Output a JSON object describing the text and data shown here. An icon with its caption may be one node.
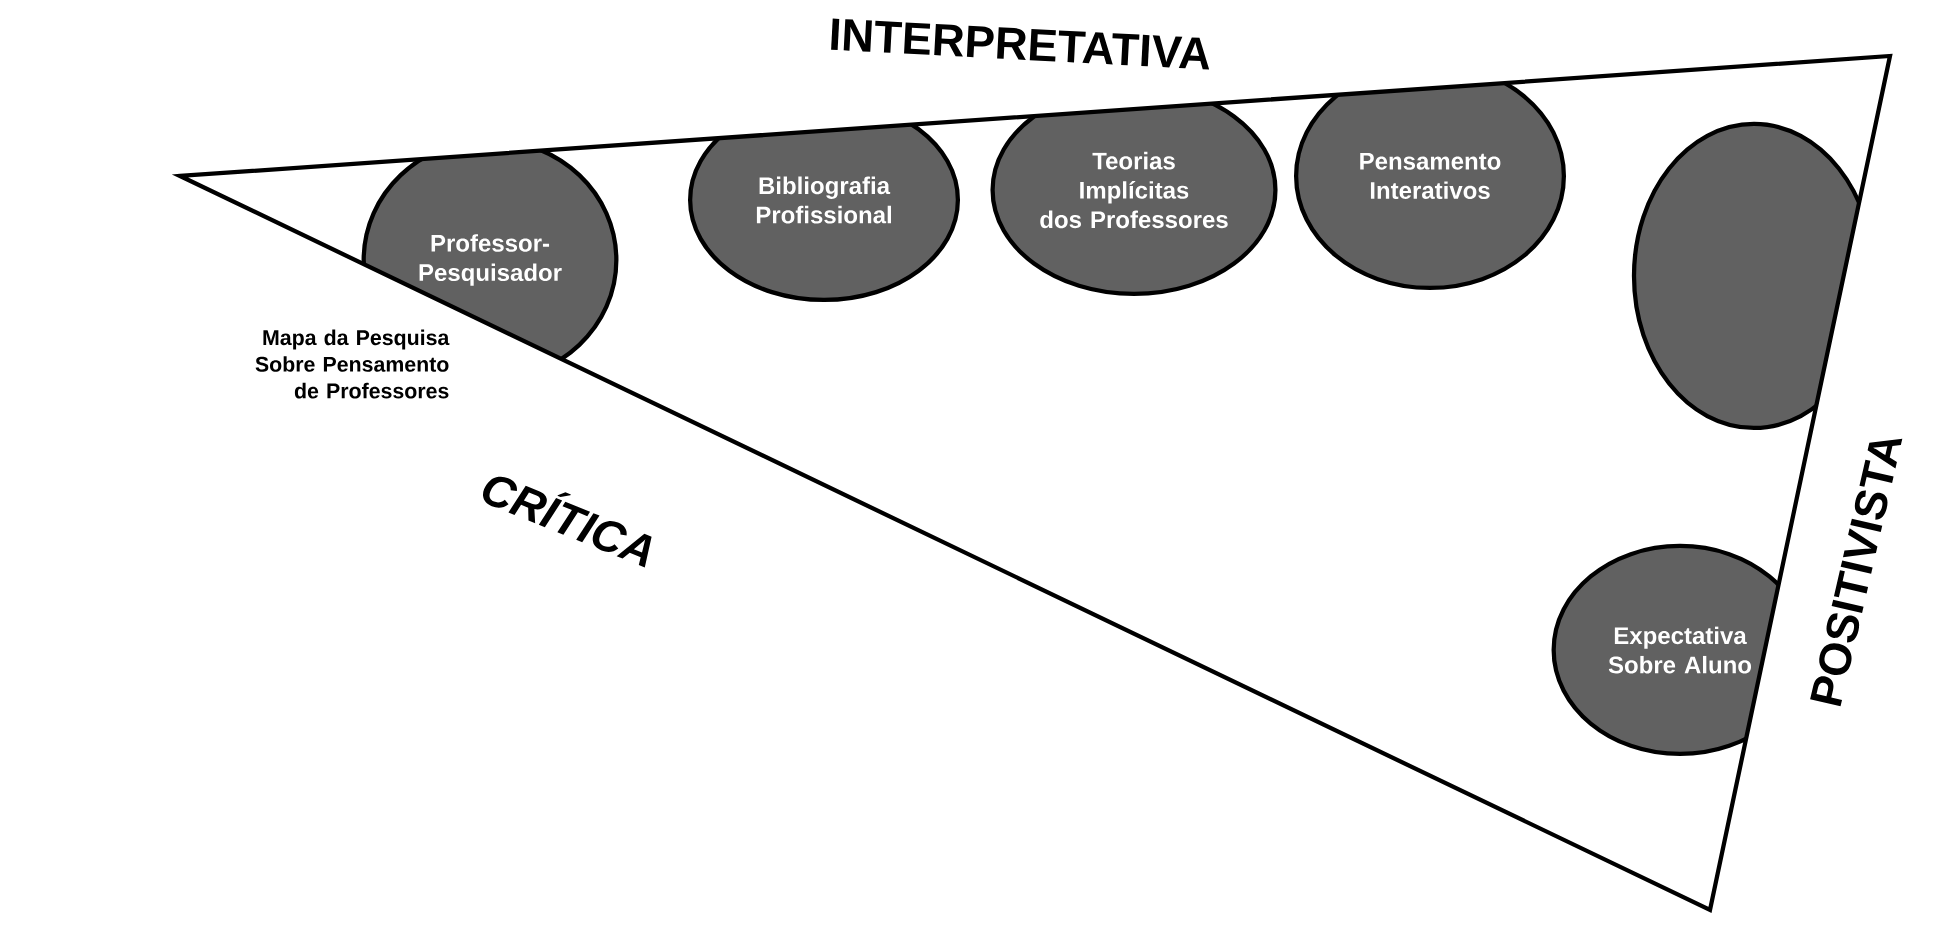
{
  "diagram": {
    "nodes": [
      {
        "text": [
          "Professor-Pesquisador"
        ]
      },
      {
        "text": [
          "Bibliografia Profissional"
        ]
      },
      {
        "text": [
          "Teorias Implícitas dos Professores"
        ]
      },
      {
        "text": [
          "Pensamento Interativos"
        ]
      },
      {
        "text": [],
        "shape": "circle"
      },
      {
        "text": [
          "Expectativa Sobre Aluno"
        ]
      }
    ],
    "labels": [
      "INTERPRETATIVA",
      "Mapa da Pesquisa Sobre Pensamento de Professores",
      "CRÍTICA",
      "POSITIVISTA"
    ]
  }
}
